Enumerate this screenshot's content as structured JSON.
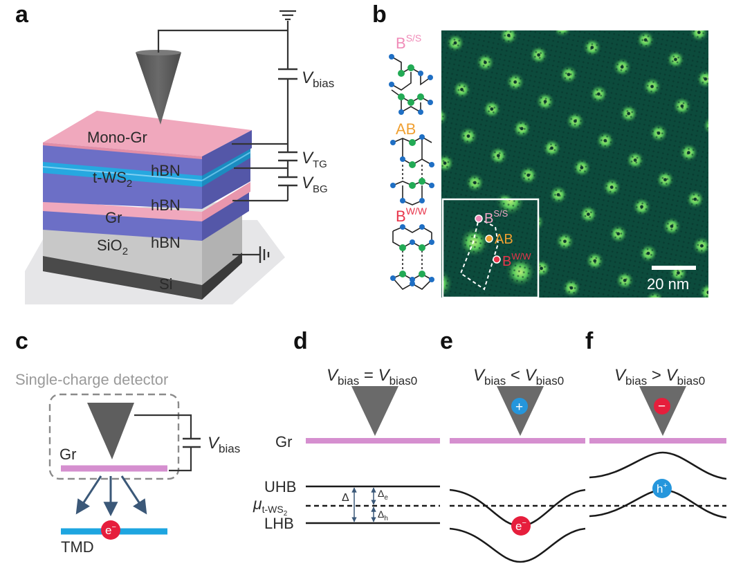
{
  "panels": {
    "a": "a",
    "b": "b",
    "c": "c",
    "d": "d",
    "e": "e",
    "f": "f"
  },
  "panel_a": {
    "layers": {
      "mono_gr": "Mono-Gr",
      "hbn_top": "hBN",
      "tws2_main": "t-WS",
      "tws2_sub": "2",
      "hbn_mid": "hBN",
      "gr": "Gr",
      "hbn_bot": "hBN",
      "sio2_main": "SiO",
      "sio2_sub": "2",
      "si": "Si"
    },
    "voltages": {
      "vbias_main": "V",
      "vbias_sub": "bias",
      "vtg_main": "V",
      "vtg_sub": "TG",
      "vbg_main": "V",
      "vbg_sub": "BG"
    },
    "colors": {
      "graphene": "#f0a8bd",
      "hbn": "#6e6fc4",
      "tws2": "#26a8e0",
      "sio2": "#c9c9c9",
      "si": "#555555",
      "tip": "#5e5e5e"
    }
  },
  "panel_b": {
    "stackings": [
      {
        "main": "B",
        "sup": "S/S",
        "color": "#f08bb8"
      },
      {
        "main": "AB",
        "sup": "",
        "color": "#f0a032"
      },
      {
        "main": "B",
        "sup": "W/W",
        "color": "#e8344a"
      }
    ],
    "inset_labels": [
      {
        "main": "B",
        "sup": "S/S",
        "color": "#f08bb8"
      },
      {
        "main": "AB",
        "sup": "",
        "color": "#f0a032"
      },
      {
        "main": "B",
        "sup": "W/W",
        "color": "#e8344a"
      }
    ],
    "scale_bar": "20 nm",
    "colors": {
      "atom_w": "#1f6fc4",
      "atom_s": "#22aa55",
      "map_bg": "#0b4a3a",
      "map_spot": "#6dd66a"
    }
  },
  "panel_c": {
    "detector": "Single-charge detector",
    "gr": "Gr",
    "vbias_main": "V",
    "vbias_sub": "bias",
    "tmd": "TMD",
    "electron": "e",
    "electron_sup": "−"
  },
  "panel_d": {
    "header": {
      "v1": "V",
      "s1": "bias",
      "op": " = ",
      "v2": "V",
      "s2": "bias0"
    },
    "gr": "Gr",
    "uhb": "UHB",
    "mu_main": "μ",
    "mu_sub": "t-WS",
    "mu_subsub": "2",
    "lhb": "LHB",
    "delta": "Δ",
    "delta_e": "Δ",
    "delta_e_sub": "e",
    "delta_h": "Δ",
    "delta_h_sub": "h"
  },
  "panel_e": {
    "header": {
      "v1": "V",
      "s1": "bias",
      "op": " < ",
      "v2": "V",
      "s2": "bias0"
    },
    "tip_charge": "+",
    "particle": "e",
    "particle_sup": "−"
  },
  "panel_f": {
    "header": {
      "v1": "V",
      "s1": "bias",
      "op": " > ",
      "v2": "V",
      "s2": "bias0"
    },
    "tip_charge": "−",
    "particle": "h",
    "particle_sup": "+"
  },
  "colors": {
    "electron": "#e61e3c",
    "hole": "#2596dc",
    "gr_line": "#d58fcf",
    "tmd_line": "#1ea5e0",
    "dashed_box": "#8a8a8a",
    "arrow": "#3b5878"
  }
}
